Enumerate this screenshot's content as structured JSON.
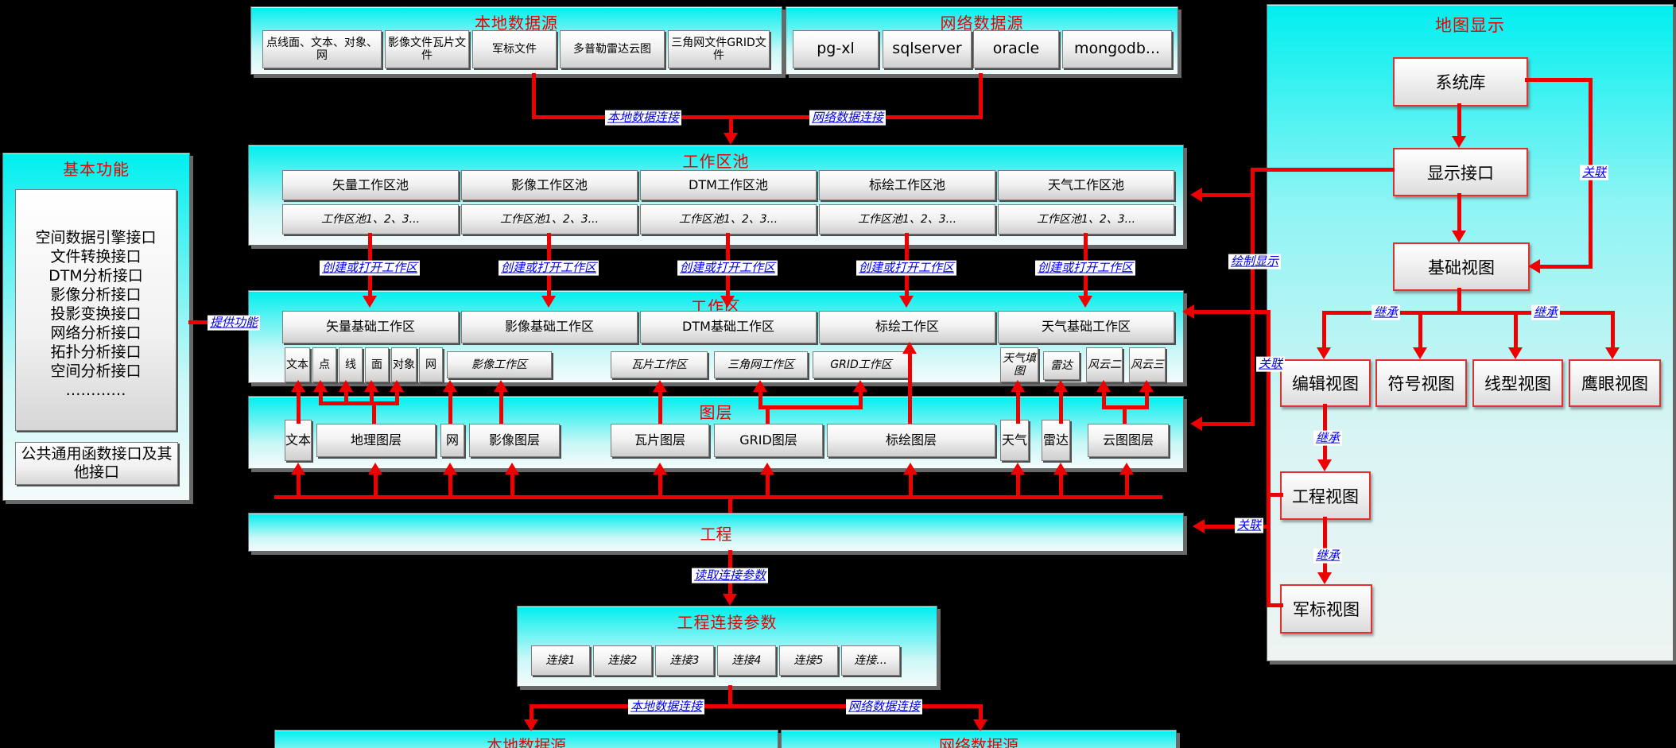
{
  "diagram": {
    "local_source": {
      "title": "本地数据源",
      "items": [
        "点线面、文本、对象、网",
        "影像文件瓦片文件",
        "军标文件",
        "多普勒雷达云图",
        "三角网文件GRID文件"
      ]
    },
    "net_source": {
      "title": "网络数据源",
      "items": [
        "pg-xl",
        "sqlserver",
        "oracle",
        "mongodb..."
      ]
    },
    "pool": {
      "title": "工作区池",
      "row1": [
        "矢量工作区池",
        "影像工作区池",
        "DTM工作区池",
        "标绘工作区池",
        "天气工作区池"
      ],
      "row2": [
        "工作区池1、2、3...",
        "工作区池1、2、3...",
        "工作区池1、2、3...",
        "工作区池1、2、3...",
        "工作区池1、2、3..."
      ]
    },
    "workspace": {
      "title": "工作区",
      "row1": [
        "矢量基础工作区",
        "影像基础工作区",
        "DTM基础工作区",
        "标绘工作区",
        "天气基础工作区"
      ],
      "row2": [
        "文本",
        "点",
        "线",
        "面",
        "对象",
        "网",
        "影像工作区",
        "瓦片工作区",
        "三角网工作区",
        "GRID工作区",
        "天气填图",
        "雷达",
        "风云二",
        "风云三"
      ]
    },
    "layers": {
      "title": "图层",
      "items": [
        "文本",
        "地理图层",
        "网",
        "影像图层",
        "瓦片图层",
        "GRID图层",
        "标绘图层",
        "天气",
        "雷达",
        "云图图层"
      ]
    },
    "project": {
      "title": "工程"
    },
    "conn_params": {
      "title": "工程连接参数",
      "items": [
        "连接1",
        "连接2",
        "连接3",
        "连接4",
        "连接5",
        "连接..."
      ]
    },
    "bottom_local": {
      "title": "本地数据源"
    },
    "bottom_net": {
      "title": "网络数据源"
    },
    "basic": {
      "title": "基本功能",
      "interfaces": [
        "空间数据引擎接口",
        "文件转换接口",
        "DTM分析接口",
        "影像分析接口",
        "投影变换接口",
        "网络分析接口",
        "拓扑分析接口",
        "空间分析接口",
        "…………"
      ],
      "common": "公共通用函数接口及其他接口"
    },
    "map": {
      "title": "地图显示",
      "nodes": [
        "系统库",
        "显示接口",
        "基础视图",
        "编辑视图",
        "符号视图",
        "线型视图",
        "鹰眼视图",
        "工程视图",
        "军标视图"
      ]
    },
    "edge_labels": [
      "本地数据连接",
      "网络数据连接",
      "创建或打开工作区",
      "创建或打开工作区",
      "创建或打开工作区",
      "创建或打开工作区",
      "创建或打开工作区",
      "提供功能",
      "绘制显示",
      "关联",
      "关联",
      "关联",
      "继承",
      "继承",
      "继承",
      "继承",
      "读取连接参数",
      "本地数据连接",
      "网络数据连接"
    ]
  },
  "colors": {
    "background": "#000000",
    "accent_red": "#ee0000",
    "label_blue": "#0000e6",
    "bar_cyan": "#00efef"
  }
}
